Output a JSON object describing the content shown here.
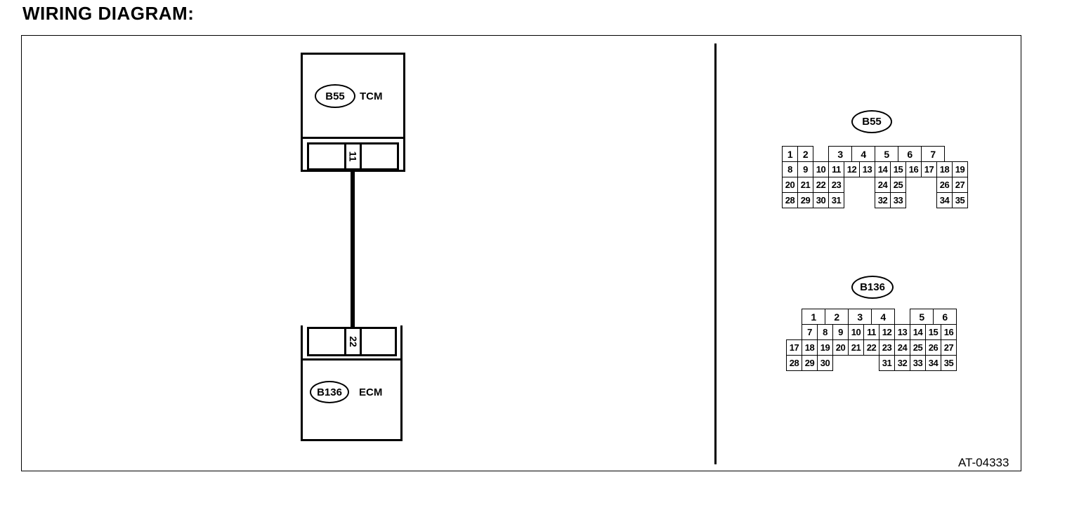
{
  "title": "WIRING DIAGRAM:",
  "tcm": {
    "connector": "B55",
    "name": "TCM",
    "pin": "11"
  },
  "ecm": {
    "connector": "B136",
    "name": "ECM",
    "pin": "22"
  },
  "b55_face": {
    "label": "B55",
    "rows": [
      [
        "1",
        "2",
        "",
        "3",
        "4",
        "5",
        "6",
        "7"
      ],
      [
        "8",
        "9",
        "10",
        "11",
        "12",
        "13",
        "14",
        "15",
        "16",
        "17",
        "18",
        "19"
      ],
      [
        "20",
        "21",
        "22",
        "23",
        "",
        "",
        "24",
        "25",
        "",
        "",
        "26",
        "27"
      ],
      [
        "28",
        "29",
        "30",
        "31",
        "",
        "",
        "32",
        "33",
        "",
        "",
        "34",
        "35"
      ]
    ]
  },
  "b136_face": {
    "label": "B136",
    "rows": [
      [
        "1",
        "2",
        "3",
        "4",
        "",
        "5",
        "6"
      ],
      [
        "7",
        "8",
        "9",
        "10",
        "11",
        "12",
        "13",
        "14",
        "15",
        "16"
      ],
      [
        "17",
        "18",
        "19",
        "20",
        "21",
        "22",
        "23",
        "24",
        "25",
        "26",
        "27"
      ],
      [
        "28",
        "29",
        "30",
        "",
        "",
        "",
        "31",
        "32",
        "33",
        "34",
        "35"
      ]
    ]
  },
  "figure_code": "AT-04333"
}
